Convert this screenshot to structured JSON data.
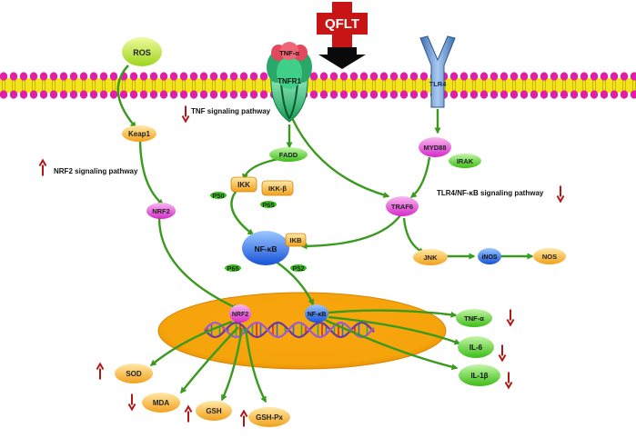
{
  "drug": "QFLT",
  "membrane": {
    "receptors": {
      "tnfa": "TNF-α",
      "tnfr1": "TNFR1",
      "tlr4": "TLR4"
    }
  },
  "pathways": {
    "tnf": "TNF signaling pathway",
    "nrf2": "NRF2 signaling pathway",
    "tlr4_nfkb": "TLR4/NF-κB signaling pathway"
  },
  "nodes": {
    "ros": "ROS",
    "keap1": "Keap1",
    "nrf2": "NRF2",
    "fadd": "FADD",
    "ikk": "IKK",
    "ikkb": "IKK-β",
    "p50": "P50",
    "p65_top": "P65",
    "nfkb": "NF-κB",
    "ikb": "IKB",
    "p65_bottom": "P65",
    "p52": "P52",
    "myd88": "MYD88",
    "irak": "IRAK",
    "traf6": "TRAF6",
    "jnk": "JNK",
    "inos": "iNOS",
    "nos": "NOS",
    "nucleus_nrf2": "NRF2",
    "nucleus_nfkb": "NF-κB"
  },
  "outputs": {
    "tnfa": "TNF-α",
    "il6": "IL-6",
    "il1b": "IL-1β",
    "sod": "SOD",
    "mda": "MDA",
    "gsh": "GSH",
    "gshpx": "GSH-Px"
  },
  "regulation": {
    "tnf_pathway": "down",
    "nrf2_pathway": "up",
    "tlr4_pathway": "down",
    "tnfa": "down",
    "il6": "down",
    "il1b": "down",
    "sod": "up",
    "mda": "down",
    "gsh": "up",
    "gshpx": "up"
  },
  "colors": {
    "arrow_green": "#3a9a1e",
    "regulation_arrow": "#b01818",
    "membrane_head": "#e11ea8",
    "membrane_lipid": "#f2e31a",
    "drug_cross": "#c81414",
    "nucleus": "#f6a40c"
  }
}
